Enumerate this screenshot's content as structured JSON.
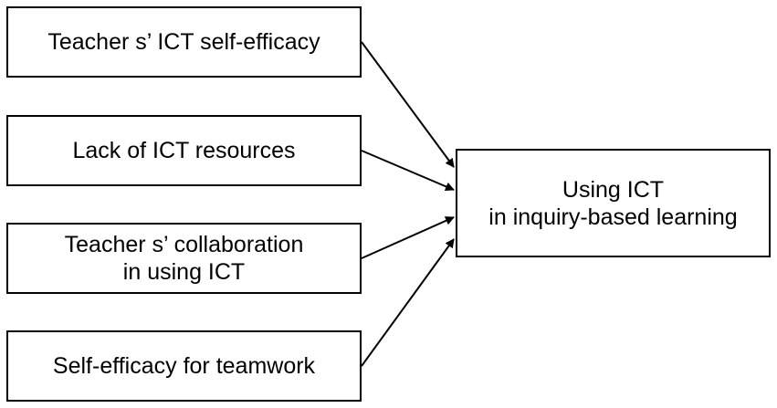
{
  "diagram": {
    "inputs": [
      {
        "lines": [
          "Teacher s’ ICT self-efficacy"
        ]
      },
      {
        "lines": [
          "Lack of ICT resources"
        ]
      },
      {
        "lines": [
          "Teacher s’ collaboration",
          "in using ICT"
        ]
      },
      {
        "lines": [
          "Self-efficacy for teamwork"
        ]
      }
    ],
    "output": {
      "lines": [
        "Using ICT",
        "in inquiry-based learning"
      ]
    },
    "colors": {
      "stroke": "#000000",
      "background": "#ffffff"
    }
  }
}
